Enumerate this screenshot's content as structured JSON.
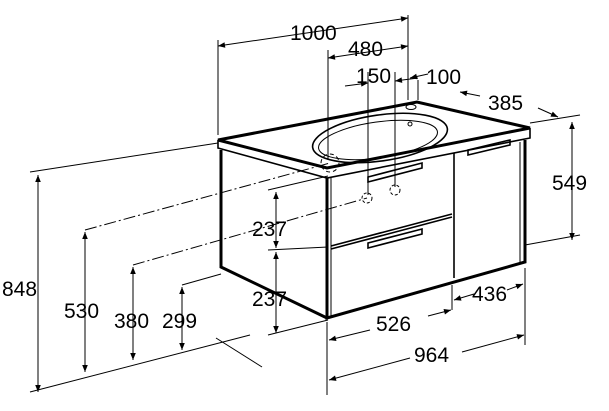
{
  "drawing": {
    "dimensions": {
      "overall_width_top": "1000",
      "basin_offset": "480",
      "drain_spacing": "150",
      "tap_offset": "100",
      "depth": "385",
      "side_height": "549",
      "drawer_upper": "237",
      "drawer_lower": "237",
      "total_height": "848",
      "drain_height_1": "530",
      "drain_height_2": "380",
      "drain_height_3": "299",
      "drawer_width": "526",
      "door_width": "436",
      "cabinet_width": "964"
    }
  }
}
